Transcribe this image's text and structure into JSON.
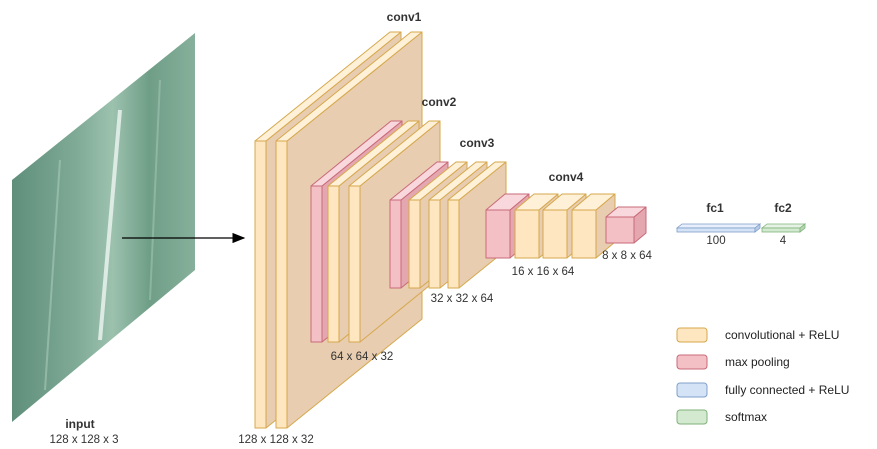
{
  "input": {
    "title": "input",
    "dims": "128 x 128 x 3"
  },
  "layers": {
    "conv1": {
      "title": "conv1",
      "dims": "128 x 128 x 32"
    },
    "conv2": {
      "title": "conv2",
      "dims": "64 x 64 x 32"
    },
    "conv3": {
      "title": "conv3",
      "dims": "32 x 32 x 64"
    },
    "conv4": {
      "title": "conv4",
      "dims": "16 x 16 x 64"
    },
    "pool4": {
      "dims": "8 x 8 x 64"
    },
    "fc1": {
      "title": "fc1",
      "units": "100"
    },
    "fc2": {
      "title": "fc2",
      "units": "4"
    }
  },
  "legend": [
    {
      "label": "convolutional + ReLU",
      "color": "#fde6c0",
      "stroke": "#d6a84d"
    },
    {
      "label": "max pooling",
      "color": "#f3c0c6",
      "stroke": "#c96a78"
    },
    {
      "label": "fully connected + ReLU",
      "color": "#d5e3f7",
      "stroke": "#7f9fc9"
    },
    {
      "label": "softmax",
      "color": "#d3ead0",
      "stroke": "#7fb27a"
    }
  ],
  "colors": {
    "conv_front": "#fde6c0",
    "conv_top": "#fef1d8",
    "conv_side": "#e8cdb0",
    "conv_stroke": "#d6a84d",
    "pool_front": "#f3c0c6",
    "pool_top": "#f8d8dc",
    "pool_side": "#e4a7b0",
    "pool_stroke": "#c96a78"
  }
}
